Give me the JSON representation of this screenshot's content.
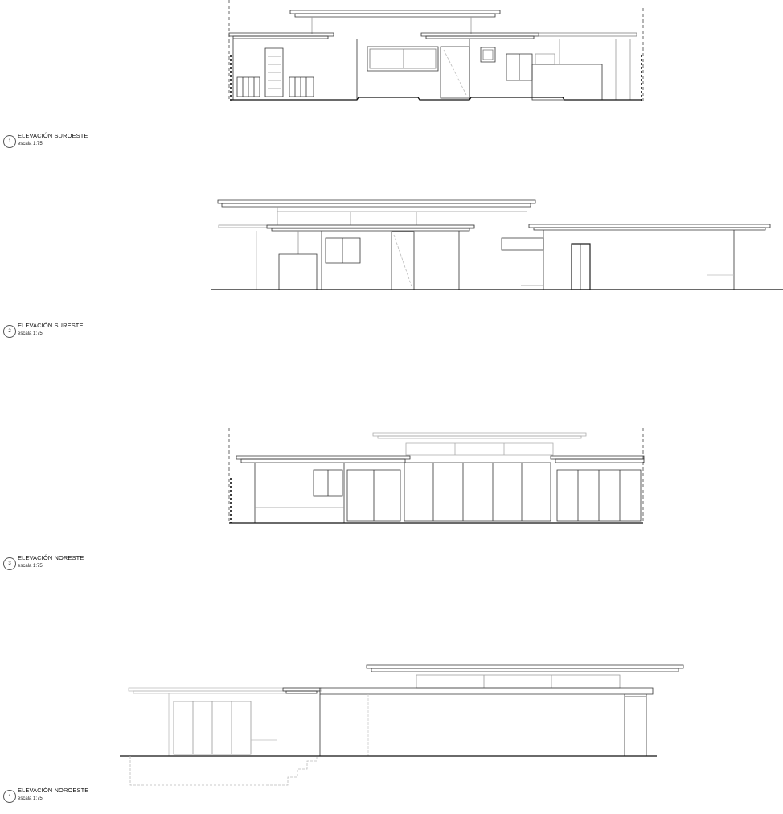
{
  "elevations": [
    {
      "number": "1",
      "title": "ELEVACIÓN SUROESTE",
      "scale": "escala 1:75"
    },
    {
      "number": "2",
      "title": "ELEVACIÓN SURESTE",
      "scale": "escala 1:75"
    },
    {
      "number": "3",
      "title": "ELEVACIÓN NORESTE",
      "scale": "escala 1:75"
    },
    {
      "number": "4",
      "title": "ELEVACIÓN NOROESTE",
      "scale": "escala 1:75"
    }
  ],
  "colors": {
    "line": "#333333",
    "light": "#999999",
    "ground": "#111111"
  }
}
